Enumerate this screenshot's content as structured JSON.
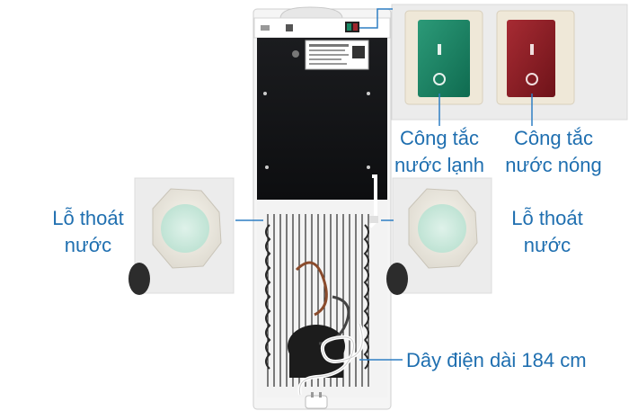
{
  "colors": {
    "annotation_text": "#1f6fb0",
    "callout_line": "#2f7fc4",
    "cold_switch": "#1a7f63",
    "hot_switch": "#8d1d24",
    "panel": "#111214",
    "cabinet": "#f4f4f4"
  },
  "annotations": {
    "cold_switch": {
      "line1": "Công tắc",
      "line2": "nước lạnh"
    },
    "hot_switch": {
      "line1": "Công tắc",
      "line2": "nước nóng"
    },
    "drain_left": {
      "line1": "Lỗ thoát",
      "line2": "nước"
    },
    "drain_right": {
      "line1": "Lỗ thoát",
      "line2": "nước"
    },
    "power_cord": {
      "text": "Dây điện dài 184 cm"
    }
  },
  "icons": {
    "cold_switch": "power-on-icon",
    "hot_switch": "power-on-icon"
  }
}
